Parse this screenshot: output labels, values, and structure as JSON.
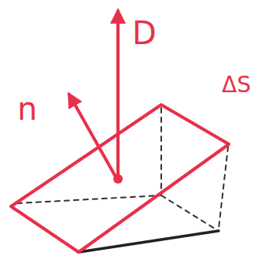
{
  "diagram": {
    "labels": [
      "D",
      "n",
      "ΔS"
    ]
  }
}
